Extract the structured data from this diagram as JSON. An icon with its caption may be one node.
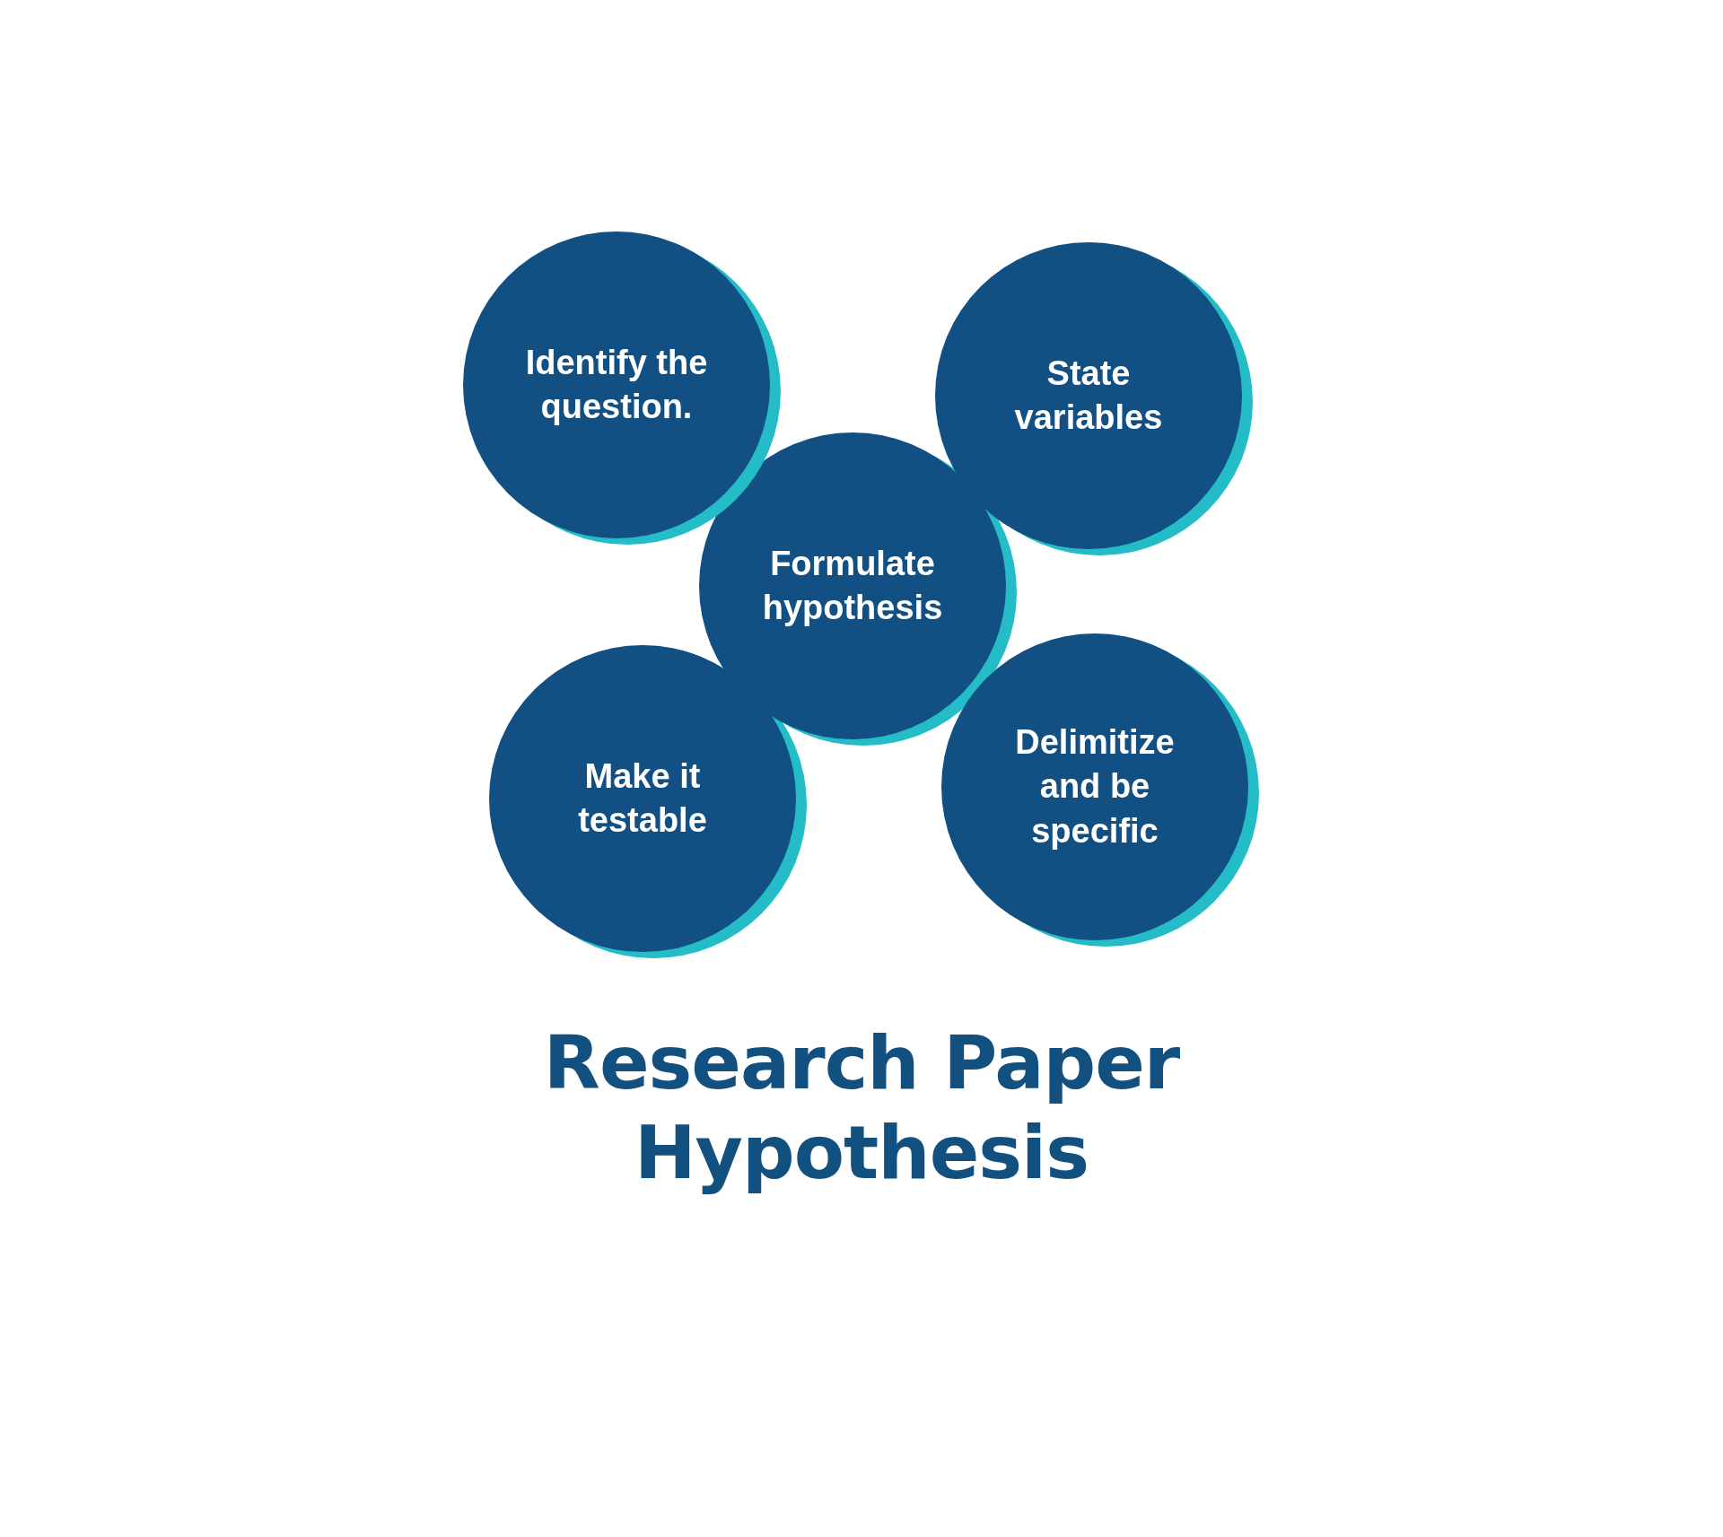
{
  "diagram": {
    "title": "Research Paper Hypothesis",
    "nodes": [
      {
        "text": [
          "Identify the question."
        ]
      },
      {
        "text": [
          "State variables"
        ]
      },
      {
        "text": [
          "Formulate hypothesis"
        ]
      },
      {
        "text": [
          "Make it testable"
        ]
      },
      {
        "text": [
          "Delimitize and be specific"
        ]
      }
    ]
  }
}
